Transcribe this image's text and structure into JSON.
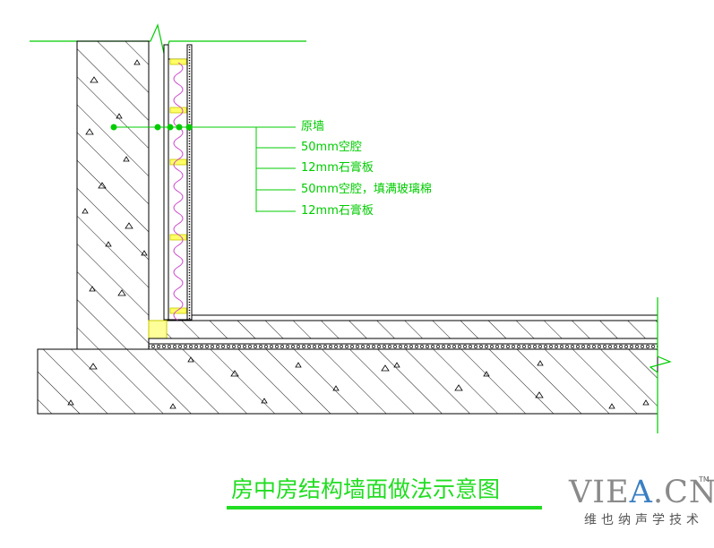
{
  "layer_labels": [
    "原墙",
    "50mm空腔",
    "12mm石膏板",
    "50mm空腔，填满玻璃棉",
    "12mm石膏板"
  ],
  "title": "房中房结构墙面做法示意图",
  "logo": {
    "main_grey_1": "VIE",
    "main_blue": "A",
    "main_grey_2": ".CN",
    "trademark": "TM",
    "tagline": "维也纳声学技术"
  },
  "colors": {
    "annotation": "#00cc00",
    "title": "#22dd22",
    "outline": "#000000",
    "board": "#ffff66",
    "insulation": "#cc44cc",
    "logo_grey": "#8a8a8a",
    "logo_blue": "#3a7fc4"
  }
}
